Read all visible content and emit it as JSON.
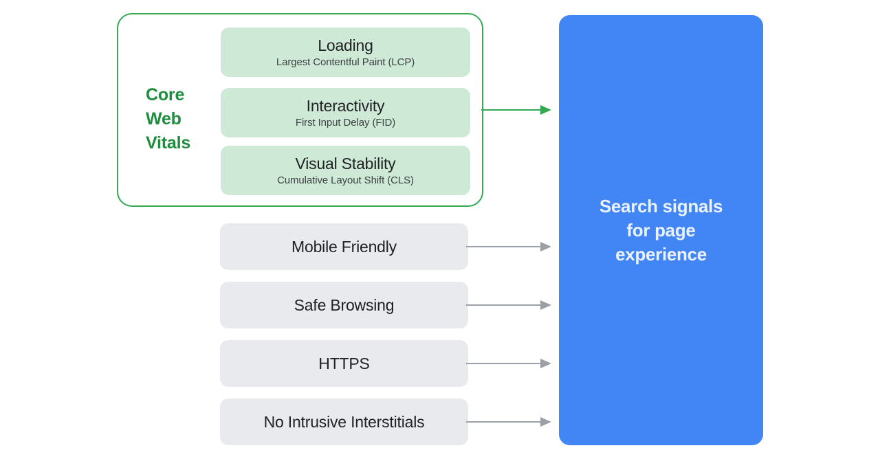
{
  "diagram": {
    "title": "Search signals for page experience",
    "colors": {
      "green_border": "#34a853",
      "green_text": "#1e8e3e",
      "green_fill": "#ceead6",
      "grey_fill": "#e8eaed",
      "blue_fill": "#4285f4",
      "blue_text": "#eaf2fe",
      "dark_text": "#202124",
      "arrow_grey": "#9aa0a6",
      "arrow_green": "#34a853"
    }
  },
  "core_web_vitals": {
    "group_label": "Core Web Vitals",
    "group_label_lines": [
      "Core",
      "Web",
      "Vitals"
    ],
    "vitals": [
      {
        "title": "Loading",
        "metric": "Largest Contentful Paint (LCP)"
      },
      {
        "title": "Interactivity",
        "metric": "First Input Delay (FID)"
      },
      {
        "title": "Visual Stability",
        "metric": "Cumulative Layout Shift (CLS)"
      }
    ]
  },
  "other_signals": [
    {
      "label": "Mobile Friendly"
    },
    {
      "label": "Safe Browsing"
    },
    {
      "label": "HTTPS"
    },
    {
      "label": "No Intrusive Interstitials"
    }
  ],
  "destination": {
    "label": "Search signals for page experience",
    "lines": [
      "Search signals",
      "for page",
      "experience"
    ]
  }
}
